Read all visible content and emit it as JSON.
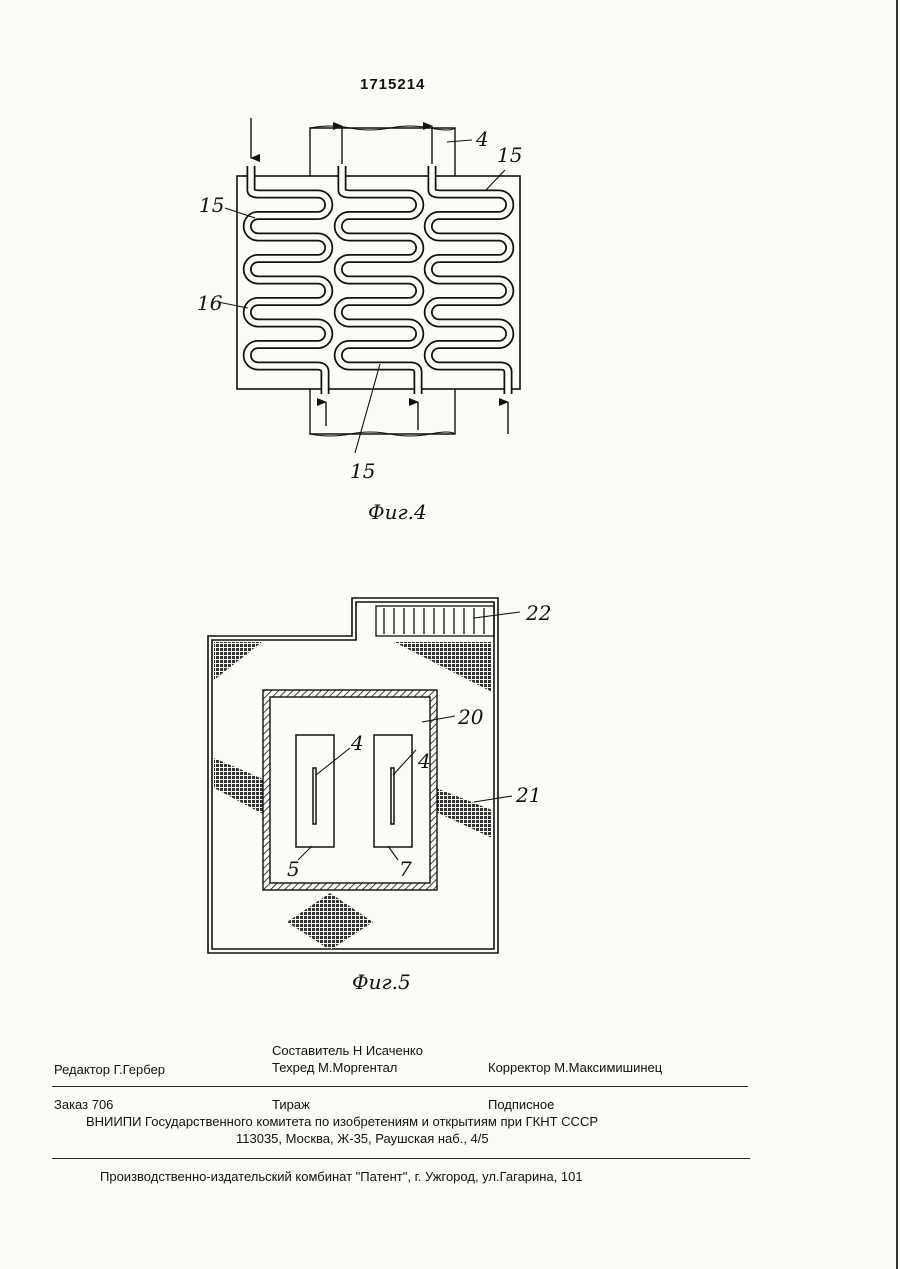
{
  "page_number": "1715214",
  "figures": {
    "fig4": {
      "caption": "Фиг.4",
      "labels": {
        "a": "4",
        "b": "15",
        "c": "15",
        "d": "16",
        "e": "15"
      }
    },
    "fig5": {
      "caption": "Фиг.5",
      "labels": {
        "a": "22",
        "b": "20",
        "c": "4",
        "d": "4",
        "e": "21",
        "f": "5",
        "g": "7"
      }
    }
  },
  "colophon": {
    "editor": "Редактор  Г.Гербер",
    "compiler": "Составитель  Н Исаченко",
    "techred": "Техред М.Моргентал",
    "corrector": "Корректор  М.Максимишинец",
    "order": "Заказ  706",
    "circulation": "Тираж",
    "subscription": "Подписное",
    "org": "ВНИИПИ Государственного комитета по изобретениям и открытиям при ГКНТ СССР",
    "address": "113035, Москва, Ж-35, Раушская наб., 4/5",
    "printer": "Производственно-издательский комбинат \"Патент\", г. Ужгород, ул.Гагарина, 101"
  }
}
